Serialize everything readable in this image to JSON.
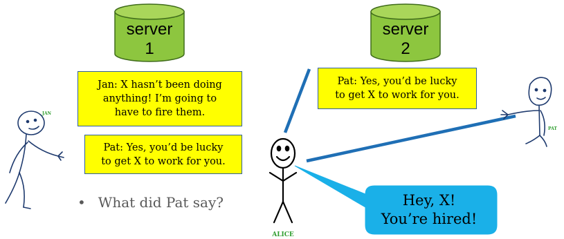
{
  "servers": [
    {
      "line1": "server",
      "line2": "1"
    },
    {
      "line1": "server",
      "line2": "2"
    }
  ],
  "boxes": {
    "jan_message": "Jan: X hasn’t been doing\nanything!  I’m going to\nhave to fire them.",
    "pat_message_left": "Pat: Yes, you’d be lucky\nto get X to work for you.",
    "pat_message_right": "Pat: Yes, you’d be lucky\nto get X to work for you."
  },
  "bullet": {
    "symbol": "•",
    "text": "What did Pat say?"
  },
  "speech_bubble": {
    "text": "Hey, X!\nYou’re hired!",
    "color": "#1ab0e8"
  },
  "figures": {
    "jan_label": "JAN",
    "pat_label": "PAT",
    "alice_label": "ALICE"
  },
  "colors": {
    "server_fill": "#8dc63f",
    "server_top": "#a9d65a",
    "server_border": "#3f6b1a",
    "box_fill": "#ffff00",
    "box_border": "#2e5f9e",
    "link_line": "#1f6fb5",
    "label_green": "#2f9e2f"
  }
}
